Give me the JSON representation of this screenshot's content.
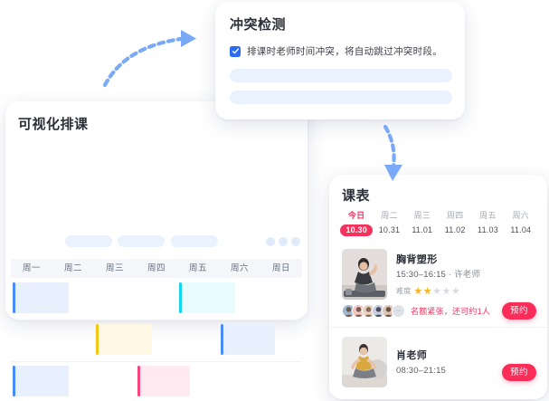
{
  "scheduler": {
    "title": "可视化排课",
    "weekdays": [
      "周一",
      "周二",
      "周三",
      "周四",
      "周五",
      "周六",
      "周日"
    ],
    "toolbar_placeholders": 3,
    "menu_dots": 3,
    "events": [
      {
        "row": 1,
        "col": 1,
        "accent": "#4a8cf7",
        "fill": "#e8f0fe",
        "span": 1.35
      },
      {
        "row": 1,
        "col": 5,
        "accent": "#12d7f2",
        "fill": "#e7fcff",
        "span": 1.35
      },
      {
        "row": 2,
        "col": 3,
        "accent": "#f5c518",
        "fill": "#fff8e4",
        "span": 1.35
      },
      {
        "row": 2,
        "col": 6,
        "accent": "#4a8cf7",
        "fill": "#e8f0fe",
        "span": 1.3
      },
      {
        "row": 3,
        "col": 1,
        "accent": "#4a8cf7",
        "fill": "#e8f0fe",
        "span": 1.35
      },
      {
        "row": 3,
        "col": 4,
        "accent": "#f7467f",
        "fill": "#ffeaf2",
        "span": 1.25
      }
    ]
  },
  "conflict": {
    "title": "冲突检测",
    "checkbox_checked": true,
    "checkbox_label": "排课时老师时间冲突，将自动跳过冲突时段。",
    "placeholder_bars": 2,
    "checkbox_color": "#2a6df4"
  },
  "classes": {
    "title": "课表",
    "accent_color": "#f4325c",
    "days": [
      {
        "name": "今日",
        "date": "10.30",
        "today": true
      },
      {
        "name": "周二",
        "date": "10.31",
        "today": false
      },
      {
        "name": "周三",
        "date": "11.01",
        "today": false
      },
      {
        "name": "周四",
        "date": "11.02",
        "today": false
      },
      {
        "name": "周五",
        "date": "11.03",
        "today": false
      },
      {
        "name": "周六",
        "date": "11.04",
        "today": false
      }
    ],
    "items": [
      {
        "name": "胸背塑形",
        "time": "15:30–16:15",
        "teacher": "许老师",
        "difficulty_label": "难度",
        "difficulty": 2,
        "difficulty_max": 5,
        "spots_text": "名额紧张，还可约1人",
        "avatar_count": 5,
        "avatar_more": "···",
        "book_label": "预约"
      },
      {
        "name": "肖老师",
        "time": "08:30–21:15",
        "book_label": "预约"
      }
    ]
  },
  "arrows": {
    "color": "#7aaaf7",
    "items": [
      {
        "name": "arrow-scheduler-to-conflict"
      },
      {
        "name": "arrow-conflict-to-classes"
      }
    ]
  }
}
